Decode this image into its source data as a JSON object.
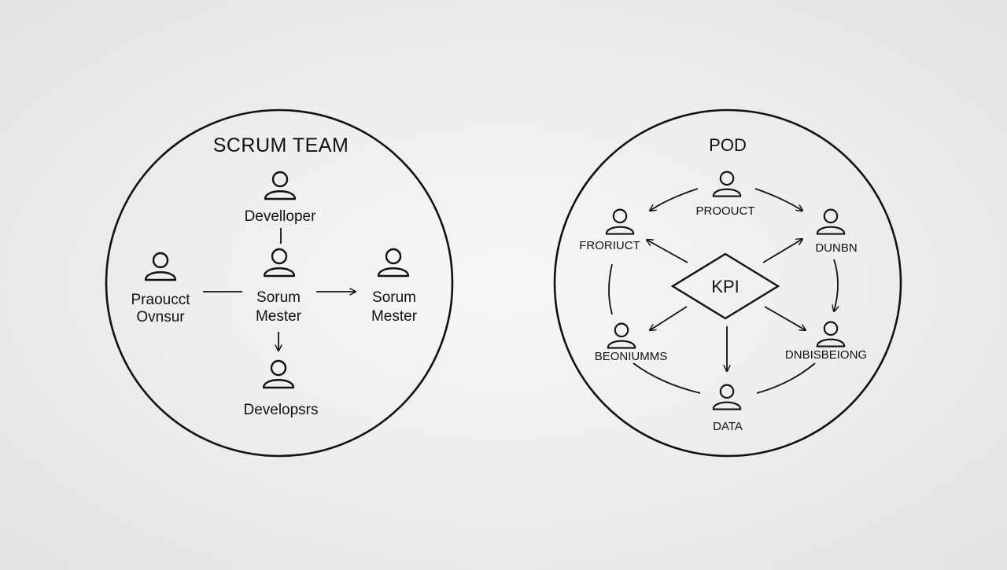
{
  "scrum": {
    "title": "SCRUM TEAM",
    "top_role": "Develloper",
    "center_role": [
      "Sorum",
      "Mester"
    ],
    "left_role": [
      "Praoucct",
      "Ovnsur"
    ],
    "right_role": [
      "Sorum",
      "Mester"
    ],
    "bottom_role": "Developsrs"
  },
  "pod": {
    "title": "POD",
    "center": "KPI",
    "top_role": "PROOUCT",
    "upper_left_role": "FRORIUCT",
    "upper_right_role": "DUNBN",
    "lower_left_role": "BEONIUMMS",
    "lower_right_role": "DNBISBEIONG",
    "bottom_role": "DATA"
  },
  "icons": {
    "person": "person-icon"
  },
  "colors": {
    "ink": "#111111",
    "background": "#ececec"
  }
}
